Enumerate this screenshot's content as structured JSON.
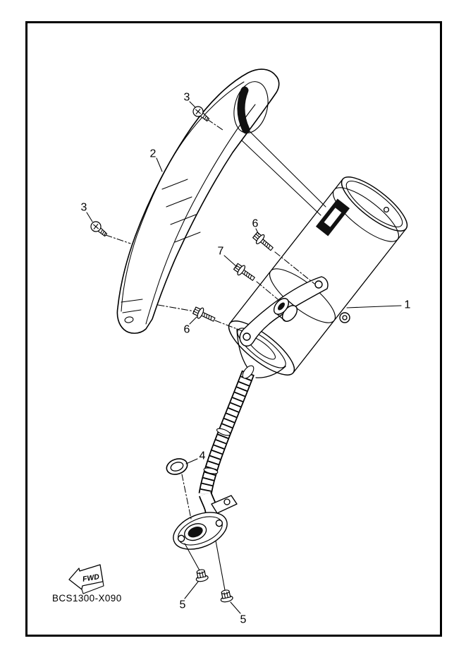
{
  "colors": {
    "ink": "#000000",
    "paper": "#ffffff"
  },
  "diagram": {
    "code": "BCS1300-X090",
    "fwd_label": "FWD",
    "callouts": [
      {
        "label": "3",
        "ref": "screw-top"
      },
      {
        "label": "2",
        "ref": "heat-shield-protector"
      },
      {
        "label": "3",
        "ref": "screw-left"
      },
      {
        "label": "6",
        "ref": "bolt-upper"
      },
      {
        "label": "7",
        "ref": "bolt-middle"
      },
      {
        "label": "1",
        "ref": "muffler-assembly"
      },
      {
        "label": "6",
        "ref": "bolt-lower"
      },
      {
        "label": "4",
        "ref": "exhaust-gasket"
      },
      {
        "label": "5",
        "ref": "nut-left"
      },
      {
        "label": "5",
        "ref": "nut-right"
      }
    ]
  }
}
